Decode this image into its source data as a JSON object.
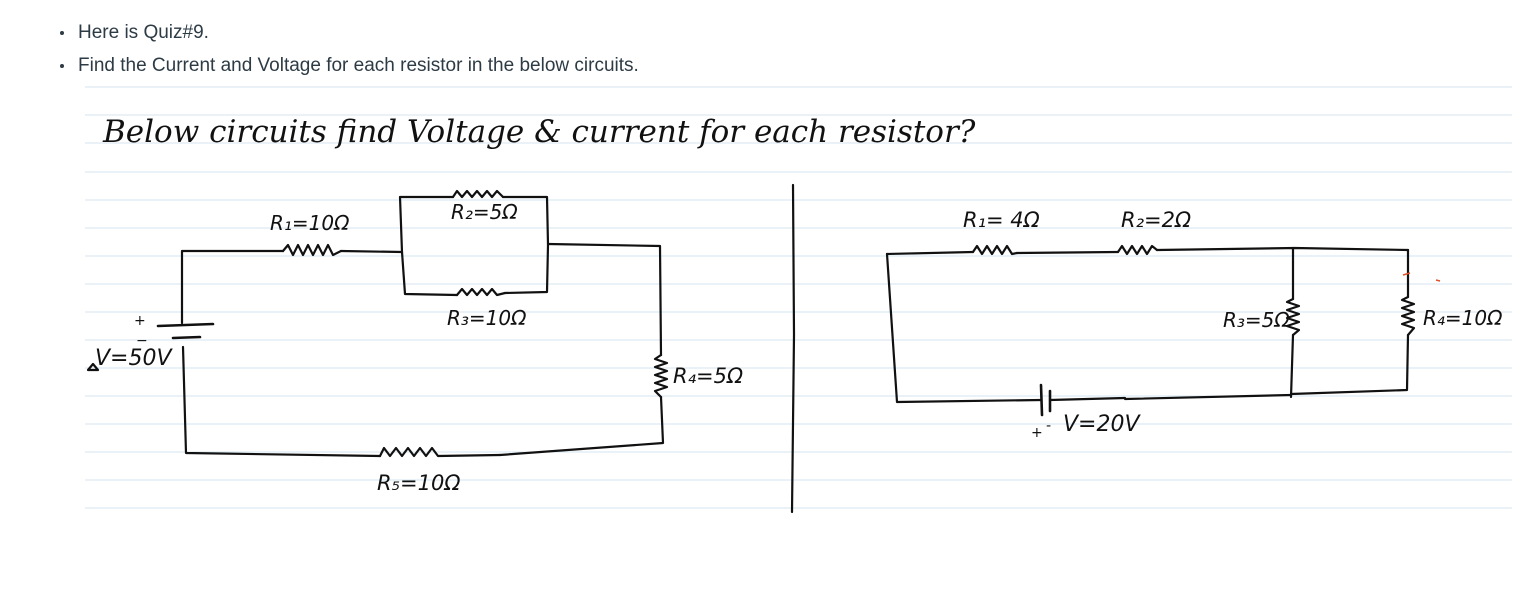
{
  "bullets": [
    "Here is Quiz#9.",
    "Find the Current and Voltage for each resistor in the below circuits."
  ],
  "note": {
    "title": "Below circuits find Voltage & current for each resistor?",
    "circuit_left": {
      "r1": "R₁=10Ω",
      "r2": "R₂=5Ω",
      "r3": "R₃=10Ω",
      "r4": "R₄=5Ω",
      "r5": "R₅=10Ω",
      "source": "V=50V",
      "plus": "+",
      "minus": "−"
    },
    "circuit_right": {
      "r1": "R₁= 4Ω",
      "r2": "R₂=2Ω",
      "r3": "R₃=5Ω",
      "r4": "R₄=10Ω",
      "source": "V=20V",
      "plus": "+",
      "minus": "-"
    },
    "colors": {
      "ruled_line": "#d6e6f0",
      "ink": "#111111",
      "red_marks": "#e0502a"
    }
  }
}
